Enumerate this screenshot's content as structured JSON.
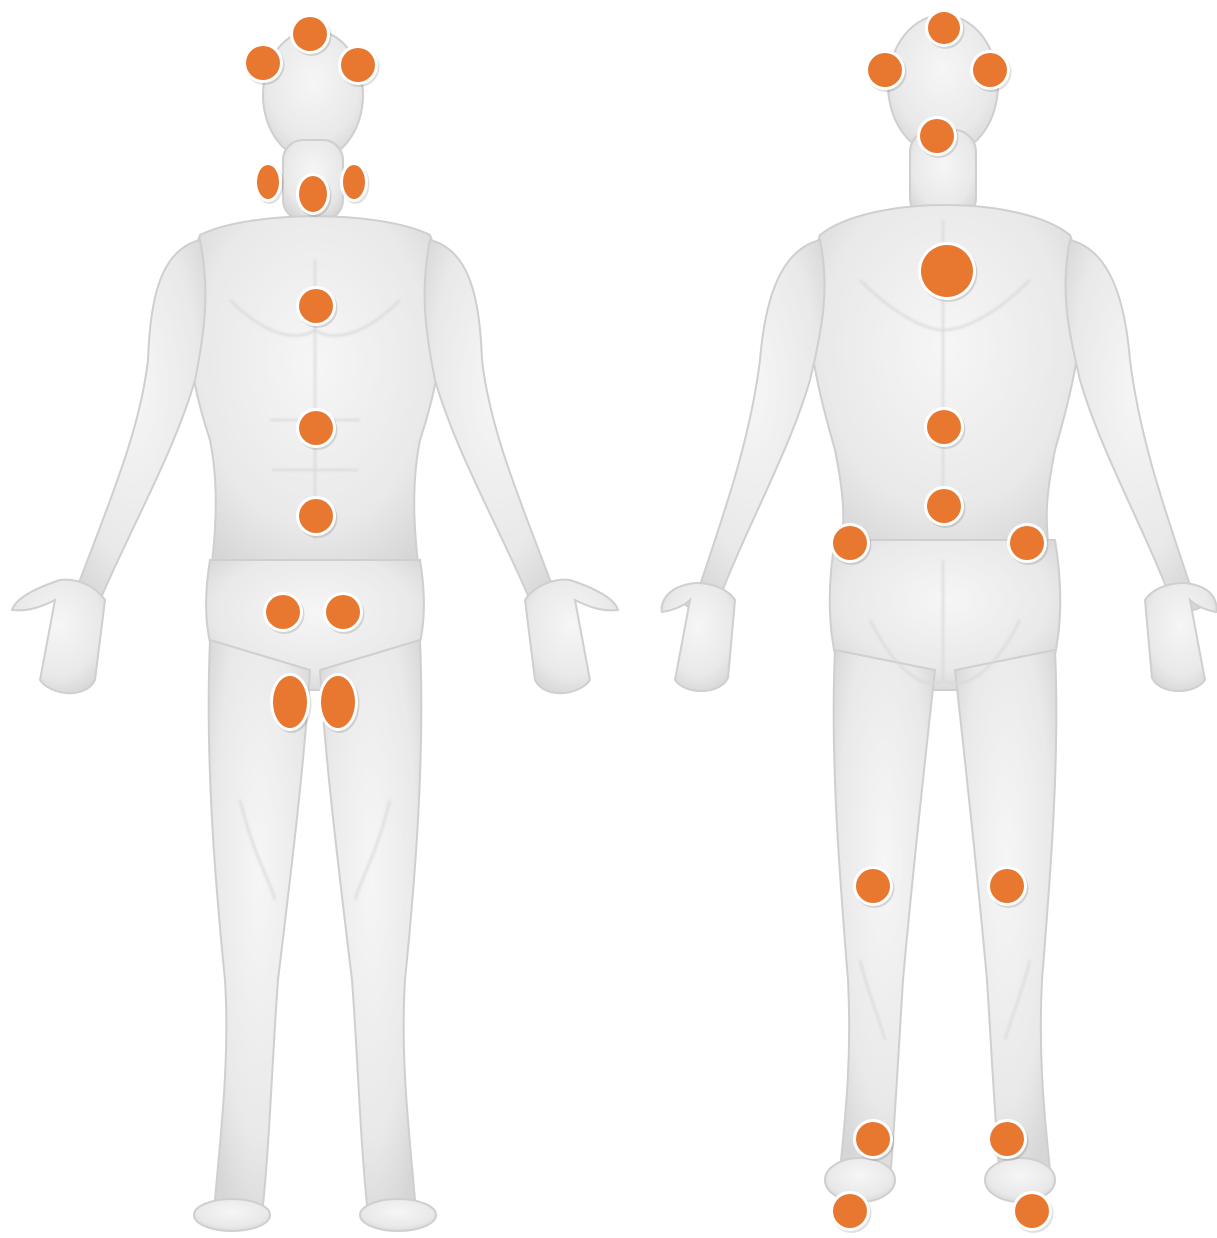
{
  "colors": {
    "background": "#ffffff",
    "body_fill": "#ebebeb",
    "body_shade": "#d2d2d2",
    "marker_fill": "#e8772f",
    "marker_ring": "#ffffff"
  },
  "figures": [
    {
      "id": "front",
      "view": "front",
      "markers": [
        {
          "id": "head-top"
        },
        {
          "id": "head-left"
        },
        {
          "id": "head-right"
        },
        {
          "id": "neck-left"
        },
        {
          "id": "neck-center"
        },
        {
          "id": "neck-right"
        },
        {
          "id": "chest"
        },
        {
          "id": "abdomen-upper"
        },
        {
          "id": "abdomen-lower"
        },
        {
          "id": "groin-left"
        },
        {
          "id": "groin-right"
        },
        {
          "id": "thigh-left"
        },
        {
          "id": "thigh-right"
        }
      ]
    },
    {
      "id": "back",
      "view": "back",
      "markers": [
        {
          "id": "head-top"
        },
        {
          "id": "head-left"
        },
        {
          "id": "head-right"
        },
        {
          "id": "neck-back"
        },
        {
          "id": "upper-back"
        },
        {
          "id": "mid-back"
        },
        {
          "id": "lower-back"
        },
        {
          "id": "hip-left"
        },
        {
          "id": "hip-right"
        },
        {
          "id": "knee-left"
        },
        {
          "id": "knee-right"
        },
        {
          "id": "ankle-left"
        },
        {
          "id": "ankle-right"
        },
        {
          "id": "heel-left"
        },
        {
          "id": "heel-right"
        }
      ]
    }
  ]
}
